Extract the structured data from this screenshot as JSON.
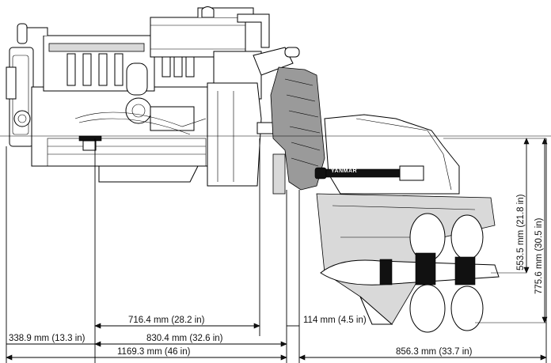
{
  "dimensions": {
    "engine_width_1": "716.4 mm (28.2 in)",
    "drive_offset": "114 mm (4.5 in)",
    "front_offset": "338.9 mm (13.3 in)",
    "engine_width_2": "830.4 mm (32.6 in)",
    "overall_engine_length": "1169.3 mm (46 in)",
    "drive_length": "856.3 mm (33.7 in)",
    "height_to_shaft": "553.5 mm (21.8 in)",
    "total_drive_height": "775.6 mm (30.5 in)"
  },
  "brand_label": "YANMAR"
}
